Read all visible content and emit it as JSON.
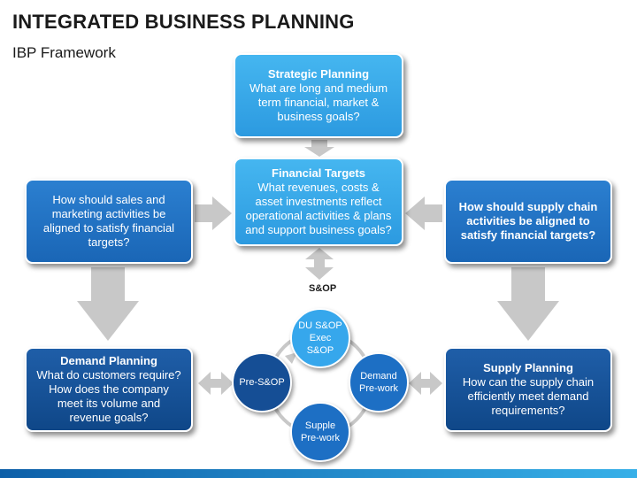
{
  "header": {
    "title": "INTEGRATED BUSINESS PLANNING",
    "subtitle": "IBP Framework"
  },
  "boxes": {
    "strategic": {
      "heading": "Strategic Planning",
      "body": "What are long and medium term financial, market & business goals?"
    },
    "financial": {
      "heading": "Financial Targets",
      "body": "What revenues, costs & asset investments reflect operational activities & plans and support business goals?"
    },
    "sales": {
      "body": "How should sales and marketing activities be aligned to satisfy financial targets?"
    },
    "supply_chain": {
      "body": "How should supply chain activities be aligned to satisfy financial targets?"
    },
    "demand": {
      "heading": "Demand Planning",
      "body": "What do customers require? How does the company meet its volume and revenue goals?"
    },
    "supply": {
      "heading": "Supply Planning",
      "body": "How can the supply chain efficiently meet demand requirements?"
    }
  },
  "sop_label": "S&OP",
  "cycle": {
    "top": "DU S&OP Exec S&OP",
    "right": "Demand Pre-work",
    "bottom": "Supple Pre-work",
    "left": "Pre-S&OP"
  },
  "colors": {
    "light_blue": "#36a7ec",
    "mid_blue": "#1d6fc4",
    "dark_blue": "#154e95",
    "arrow_gray": "#c8c8c8"
  }
}
